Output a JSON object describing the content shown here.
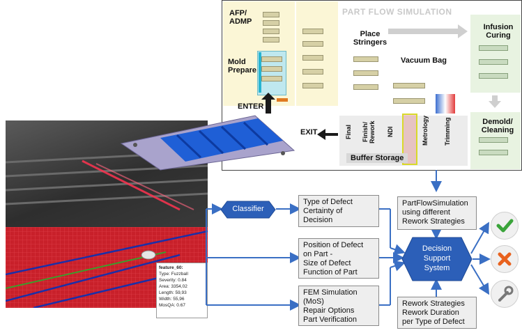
{
  "simulation": {
    "title": "PART FLOW SIMULATION",
    "stations": {
      "afp": "AFP/ ADMP",
      "mold": "Mold Prepare",
      "stringers": "Place Stringers",
      "vacuum": "Vacuum Bag",
      "infusion": "Infusion Curing",
      "demold": "Demold/ Cleaning",
      "final": "Final",
      "finish_rework": "Finish/ Rework",
      "ndi": "NDI",
      "metrology": "Metrology",
      "trimming": "Trimming",
      "buffer": "Buffer Storage"
    },
    "enter": "ENTER",
    "exit": "EXIT"
  },
  "inspection": {
    "tag": "feature_60:",
    "lines": [
      "Type: Fuzzball",
      "Severity: 0.84",
      "Area: 3354,02",
      "Length: 59,93",
      "Width: 55,96",
      "MosQA: 0.67"
    ]
  },
  "flow": {
    "classifier": "Classifier",
    "box_defect": [
      "Type of Defect",
      "Certainty of",
      "Decision"
    ],
    "box_position": [
      "Position of Defect",
      "on Part -",
      "Size of Defect",
      "Function of Part"
    ],
    "box_fem": [
      "FEM Simulation",
      "(MoS)",
      "Repair Options",
      "Part Verification"
    ],
    "box_partflow": [
      "PartFlowSimulation",
      "using different",
      "Rework Strategies"
    ],
    "box_rework": [
      "Rework Strategies",
      "Rework Duration",
      "per Type of Defect"
    ],
    "dss": [
      "Decision",
      "Support",
      "System"
    ]
  },
  "colors": {
    "accent_blue": "#3a6fc4",
    "accept_green": "#3aa43a",
    "reject_orange": "#e8621e",
    "laser_red": "#c8202a"
  },
  "outcomes": [
    "check-icon",
    "cross-icon",
    "wrench-icon"
  ]
}
